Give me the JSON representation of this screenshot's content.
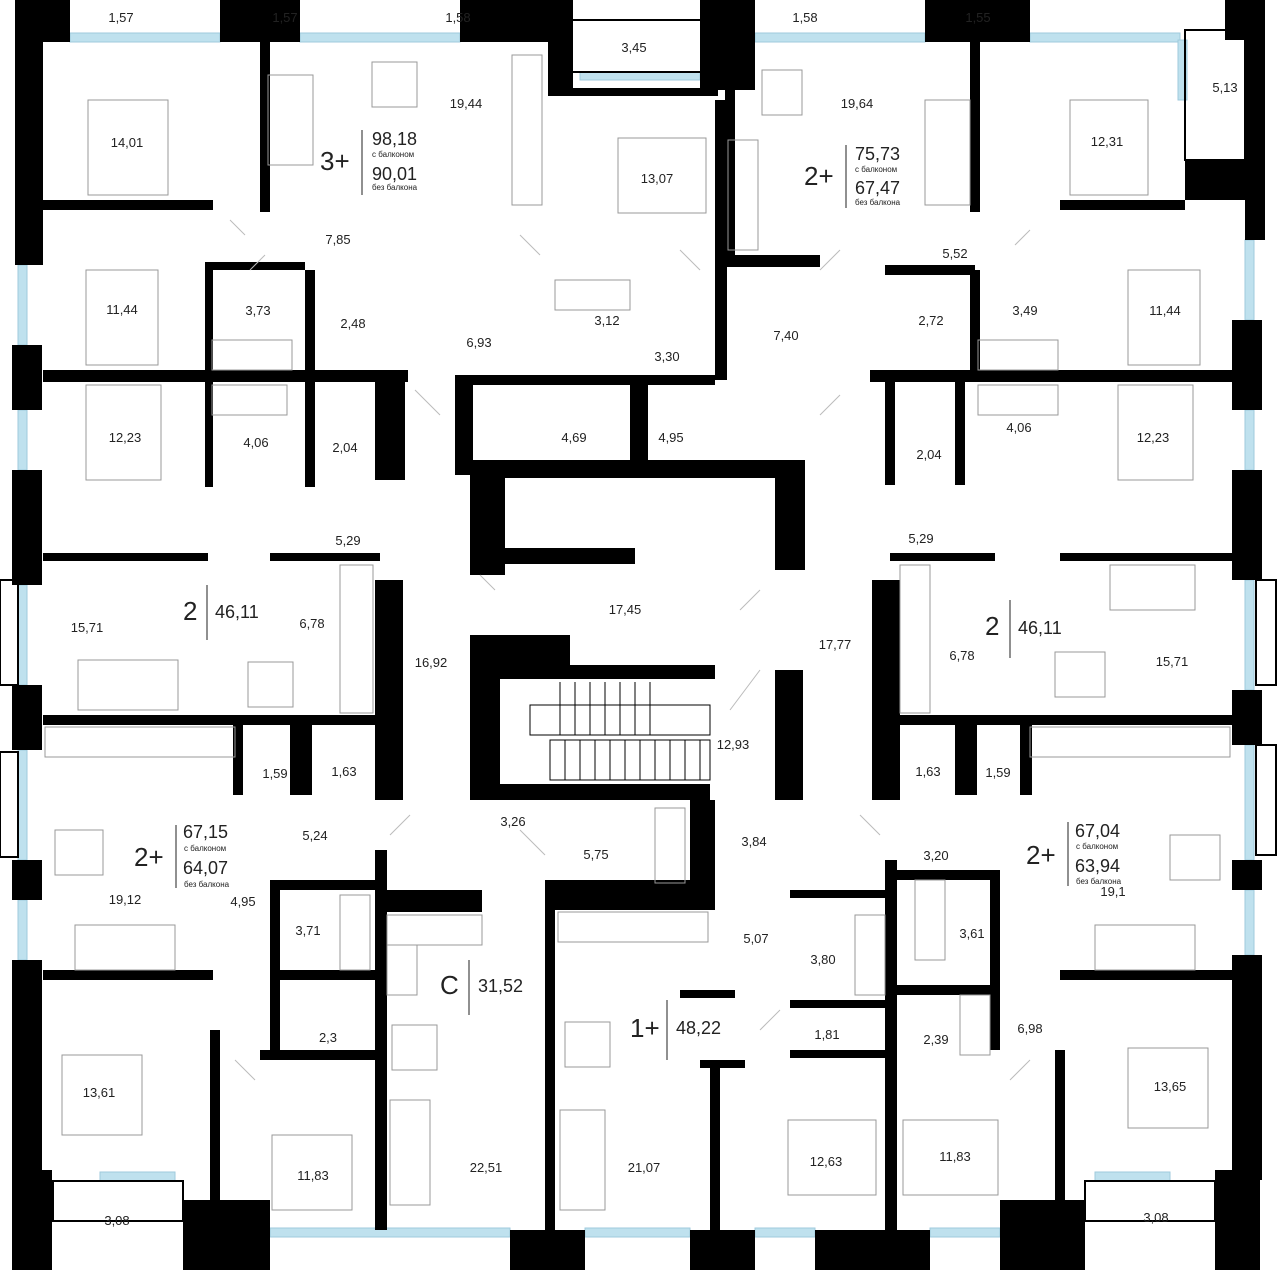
{
  "room_areas": [
    {
      "id": "r1",
      "label": "1,57"
    },
    {
      "id": "r2",
      "label": "1,57"
    },
    {
      "id": "r3",
      "label": "1,58"
    },
    {
      "id": "r4",
      "label": "3,45"
    },
    {
      "id": "r5",
      "label": "1,58"
    },
    {
      "id": "r6",
      "label": "1,55"
    },
    {
      "id": "r7",
      "label": "5,13"
    },
    {
      "id": "r8",
      "label": "14,01"
    },
    {
      "id": "r9",
      "label": "19,44"
    },
    {
      "id": "r10",
      "label": "13,07"
    },
    {
      "id": "r11",
      "label": "19,64"
    },
    {
      "id": "r12",
      "label": "12,31"
    },
    {
      "id": "r13",
      "label": "7,85"
    },
    {
      "id": "r14",
      "label": "5,52"
    },
    {
      "id": "r15",
      "label": "11,44"
    },
    {
      "id": "r16",
      "label": "3,73"
    },
    {
      "id": "r17",
      "label": "2,48"
    },
    {
      "id": "r18",
      "label": "3,12"
    },
    {
      "id": "r19",
      "label": "2,72"
    },
    {
      "id": "r20",
      "label": "3,49"
    },
    {
      "id": "r21",
      "label": "11,44"
    },
    {
      "id": "r22",
      "label": "6,93"
    },
    {
      "id": "r23",
      "label": "3,30"
    },
    {
      "id": "r24",
      "label": "7,40"
    },
    {
      "id": "r25",
      "label": "12,23"
    },
    {
      "id": "r26",
      "label": "4,06"
    },
    {
      "id": "r27",
      "label": "2,04"
    },
    {
      "id": "r28",
      "label": "4,69"
    },
    {
      "id": "r29",
      "label": "4,95"
    },
    {
      "id": "r30",
      "label": "2,04"
    },
    {
      "id": "r31",
      "label": "4,06"
    },
    {
      "id": "r32",
      "label": "12,23"
    },
    {
      "id": "r33",
      "label": "5,29"
    },
    {
      "id": "r34",
      "label": "5,29"
    },
    {
      "id": "r35",
      "label": "17,45"
    },
    {
      "id": "r36",
      "label": "15,71"
    },
    {
      "id": "r37",
      "label": "6,78"
    },
    {
      "id": "r38",
      "label": "16,92"
    },
    {
      "id": "r39",
      "label": "17,77"
    },
    {
      "id": "r40",
      "label": "6,78"
    },
    {
      "id": "r41",
      "label": "15,71"
    },
    {
      "id": "r42",
      "label": "12,93"
    },
    {
      "id": "r43",
      "label": "1,59"
    },
    {
      "id": "r44",
      "label": "1,63"
    },
    {
      "id": "r45",
      "label": "1,63"
    },
    {
      "id": "r46",
      "label": "1,59"
    },
    {
      "id": "r47",
      "label": "5,24"
    },
    {
      "id": "r48",
      "label": "3,26"
    },
    {
      "id": "r49",
      "label": "5,75"
    },
    {
      "id": "r50",
      "label": "3,84"
    },
    {
      "id": "r51",
      "label": "3,20"
    },
    {
      "id": "r52",
      "label": "19,12"
    },
    {
      "id": "r53",
      "label": "4,95"
    },
    {
      "id": "r54",
      "label": "19,1"
    },
    {
      "id": "r55",
      "label": "3,71"
    },
    {
      "id": "r56",
      "label": "5,07"
    },
    {
      "id": "r57",
      "label": "3,80"
    },
    {
      "id": "r58",
      "label": "3,61"
    },
    {
      "id": "r59",
      "label": "2,3"
    },
    {
      "id": "r60",
      "label": "1,81"
    },
    {
      "id": "r61",
      "label": "2,39"
    },
    {
      "id": "r62",
      "label": "6,98"
    },
    {
      "id": "r63",
      "label": "13,61"
    },
    {
      "id": "r64",
      "label": "13,65"
    },
    {
      "id": "r65",
      "label": "11,83"
    },
    {
      "id": "r66",
      "label": "12,63"
    },
    {
      "id": "r67",
      "label": "11,83"
    },
    {
      "id": "r68",
      "label": "22,51"
    },
    {
      "id": "r69",
      "label": "21,07"
    },
    {
      "id": "r70",
      "label": "3,08"
    },
    {
      "id": "r71",
      "label": "3,08"
    }
  ],
  "apartments": [
    {
      "id": "a1",
      "type": "3+",
      "area": "98,18",
      "note": "с балконом",
      "area2": "90,01",
      "note2": "без балкона"
    },
    {
      "id": "a2",
      "type": "2+",
      "area": "75,73",
      "note": "с балконом",
      "area2": "67,47",
      "note2": "без балкона"
    },
    {
      "id": "a3",
      "type": "2",
      "area": "46,11"
    },
    {
      "id": "a4",
      "type": "2",
      "area": "46,11"
    },
    {
      "id": "a5",
      "type": "2+",
      "area": "67,15",
      "note": "с балконом",
      "area2": "64,07",
      "note2": "без балкона"
    },
    {
      "id": "a6",
      "type": "2+",
      "area": "67,04",
      "note": "с балконом",
      "area2": "63,94",
      "note2": "без балкона"
    },
    {
      "id": "a7",
      "type": "С",
      "area": "31,52"
    },
    {
      "id": "a8",
      "type": "1+",
      "area": "48,22"
    }
  ],
  "colors": {
    "wall": "#000000",
    "window": "#bfe1ee",
    "fixture": "#999999"
  }
}
